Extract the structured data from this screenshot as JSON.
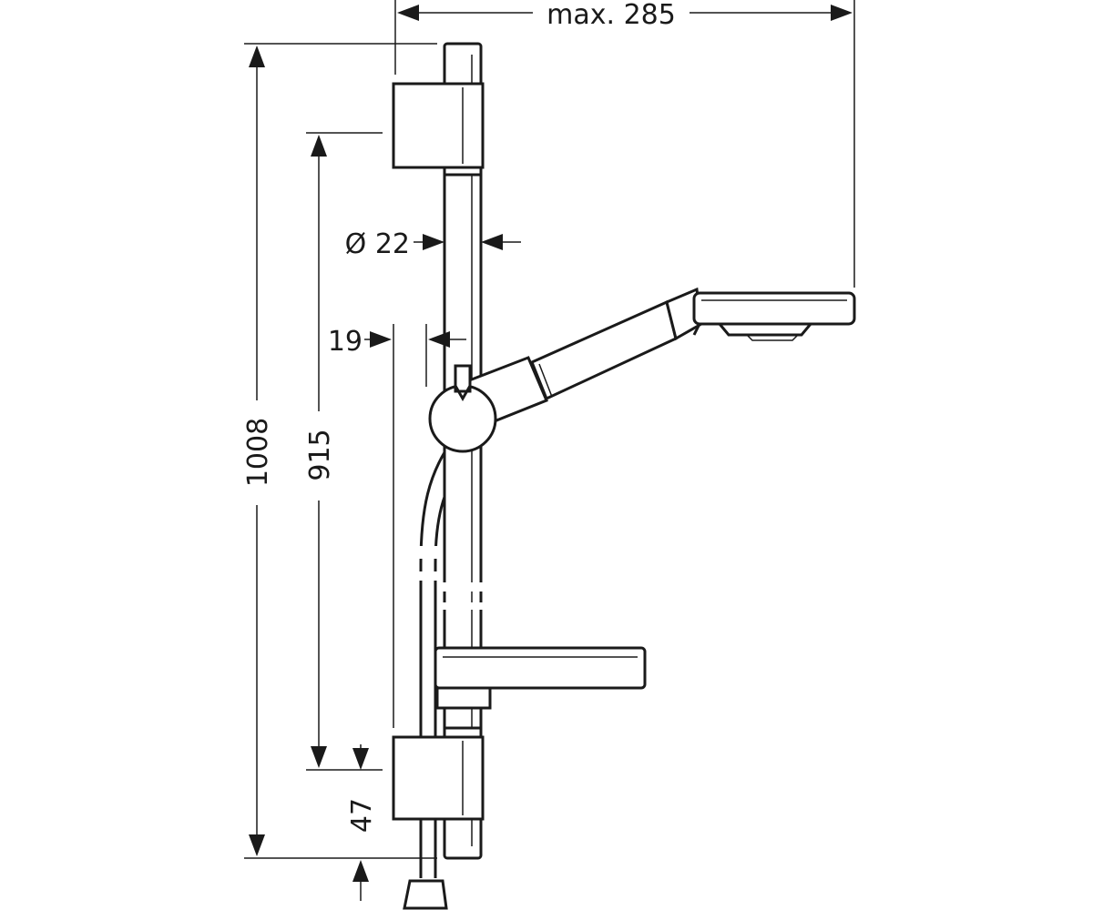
{
  "dimensions": {
    "max_width": "max. 285",
    "total_height": "1008",
    "rail_length": "915",
    "rail_diameter": "Ø 22",
    "wall_offset": "19",
    "bottom_height": "47"
  },
  "colors": {
    "line": "#1a1a1a",
    "background": "#ffffff"
  }
}
